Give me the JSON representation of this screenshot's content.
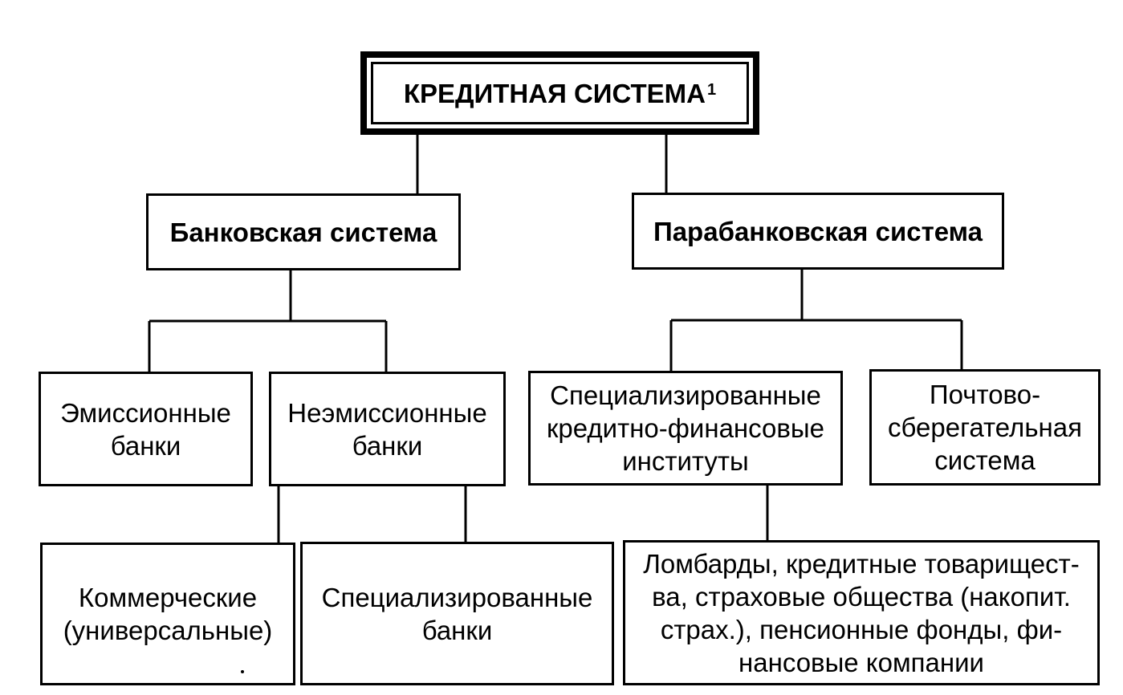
{
  "root": {
    "title": "КРЕДИТНАЯ СИСТЕМА",
    "footnote": "1"
  },
  "banking": {
    "label": "Банковская система"
  },
  "parabanking": {
    "label": "Парабанковская система"
  },
  "emission": {
    "lines": [
      "Эмиссионные",
      "банки"
    ]
  },
  "non_emission": {
    "lines": [
      "Неэмиссионные",
      "банки"
    ]
  },
  "specialized_institutes": {
    "lines": [
      "Специализированные",
      "кредитно-финансовые",
      "институты"
    ]
  },
  "postal": {
    "lines": [
      "Почтово-",
      "сберегательная",
      "система"
    ]
  },
  "commercial": {
    "lines": [
      "Коммерческие",
      "(универсальные)"
    ]
  },
  "specialized_banks": {
    "lines": [
      "Специализированные",
      "банки"
    ]
  },
  "others": {
    "lines": [
      "Ломбарды, кредитные товарищест-",
      "ва, страховые общества (накопит.",
      "страх.), пенсионные фонды, фи-",
      "нансовые компании"
    ]
  }
}
